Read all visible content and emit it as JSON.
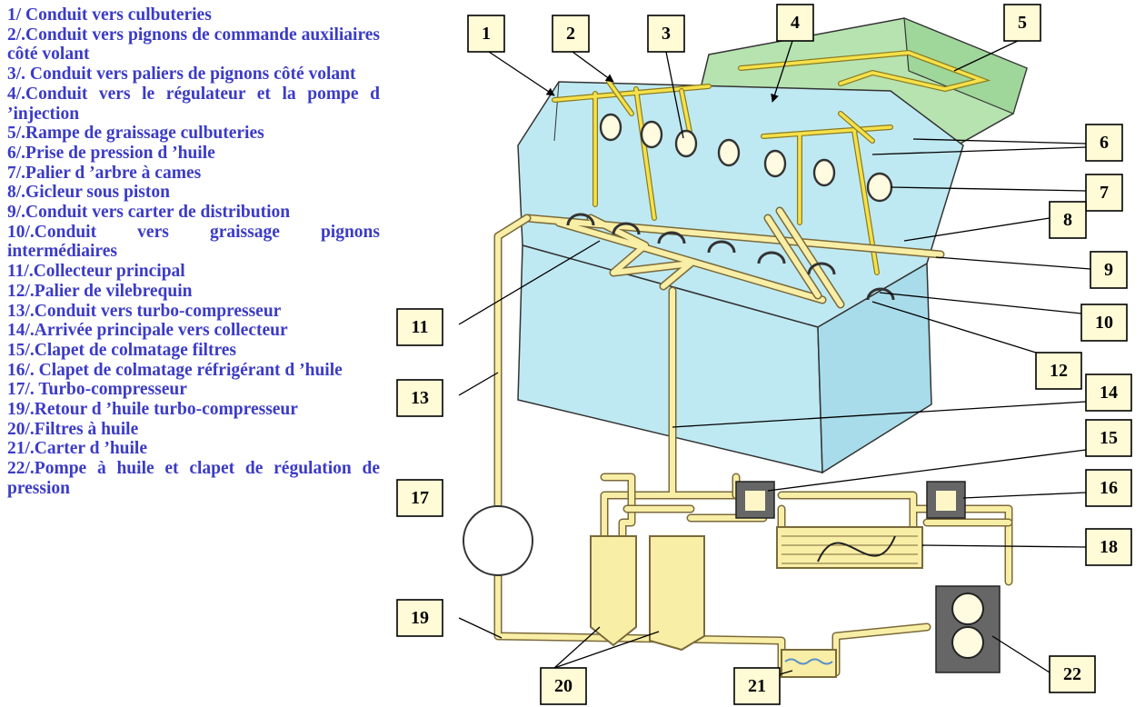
{
  "legend": [
    "1/ Conduit vers culbuteries",
    "2/.Conduit vers pignons de commande auxiliaires côté volant",
    "3/. Conduit vers paliers de pignons côté volant",
    "4/.Conduit vers le régulateur et la pompe d ’injection",
    "5/.Rampe de graissage culbuteries",
    "6/.Prise de pression d ’huile",
    "7/.Palier d ’arbre à cames",
    "8/.Gicleur sous piston",
    "9/.Conduit vers carter de distribution",
    "10/.Conduit vers graissage pignons intermédiaires",
    "11/.Collecteur principal",
    "12/.Palier de vilebrequin",
    "13/.Conduit vers turbo-compresseur",
    "14/.Arrivée principale vers collecteur",
    "15/.Clapet de colmatage filtres",
    "16/. Clapet de colmatage réfrigérant d ’huile",
    "17/. Turbo-compresseur",
    "19/.Retour d ’huile turbo-compresseur",
    "20/.Filtres à huile",
    "21/.Carter d ’huile",
    "22/.Pompe à huile et clapet de régulation de pression"
  ],
  "markers": [
    "1",
    "2",
    "3",
    "4",
    "5",
    "6",
    "7",
    "8",
    "9",
    "10",
    "11",
    "12",
    "13",
    "14",
    "15",
    "16",
    "17",
    "18",
    "19",
    "20",
    "21",
    "22"
  ],
  "colors": {
    "legend_text": "#3b3bc7",
    "engine_block": "#bfe9f2",
    "rocker_cover": "#b6e3b0",
    "oil_pipe": "#f9eea6",
    "upper_gallery": "#f5e14a",
    "label_fill": "#fffbd6"
  }
}
